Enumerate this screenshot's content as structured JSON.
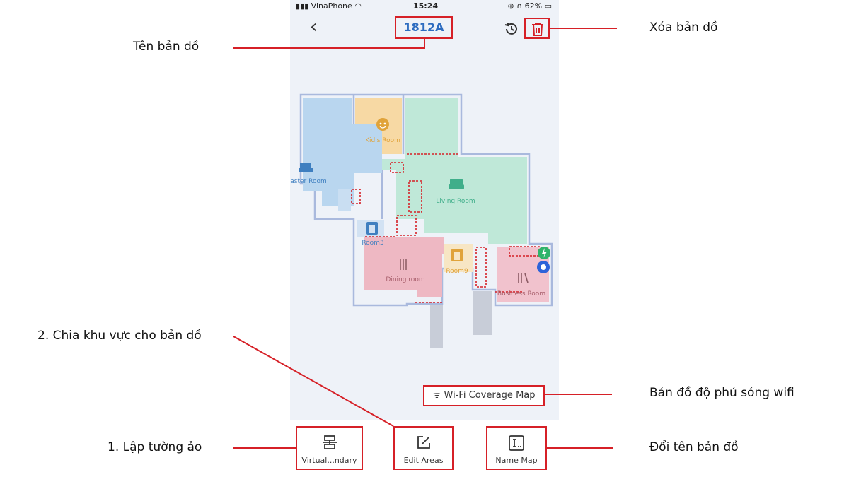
{
  "status_bar": {
    "carrier": "VinaPhone",
    "time": "15:24",
    "battery": "62%"
  },
  "header": {
    "map_name": "1812A"
  },
  "rooms": [
    {
      "name": "Kid's Room",
      "color": "#e0a33a"
    },
    {
      "name": "aster Room",
      "color": "#3f7fc0"
    },
    {
      "name": "Living Room",
      "color": "#3fae8a"
    },
    {
      "name": "Room3",
      "color": "#3f7fc0"
    },
    {
      "name": "Room9",
      "color": "#e0a33a"
    },
    {
      "name": "Dining room",
      "color": "#c56b7a"
    },
    {
      "name": "Business Room",
      "color": "#c56b7a"
    }
  ],
  "buttons": {
    "wifi_coverage": "Wi-Fi Coverage Map",
    "virtual_boundary": "Virtual...ndary",
    "edit_areas": "Edit Areas",
    "name_map": "Name Map"
  },
  "annotations": {
    "map_name": "Tên bản đồ",
    "delete_map": "Xóa bản đồ",
    "divide_areas": "2. Chia khu vực cho bản đồ",
    "wifi_map": "Bản đồ độ phủ sóng wifi",
    "virtual_wall": "1. Lập tường ảo",
    "rename_map": "Đổi tên bản đồ"
  },
  "colors": {
    "accent_red": "#d62027",
    "title_blue": "#2d6cc0",
    "kid_room": "#f7d9a4",
    "master_room": "#b9d6ef",
    "living_room": "#bfe8d8",
    "dining_room": "#eeb8c3",
    "business_room": "#f1c2cd",
    "wall": "#a9b9dd"
  }
}
